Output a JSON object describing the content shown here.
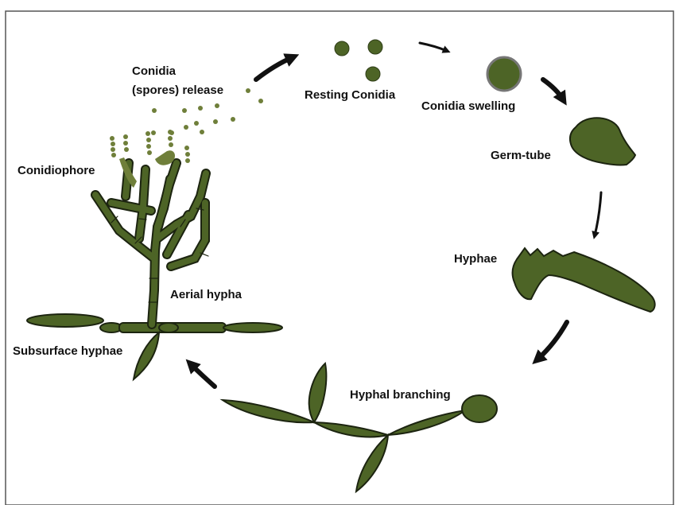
{
  "diagram": {
    "stages": [
      {
        "id": "release",
        "label_lines": [
          "Conidia",
          "(spores) release"
        ]
      },
      {
        "id": "resting",
        "label": "Resting Conidia"
      },
      {
        "id": "swelling",
        "label": "Conidia swelling"
      },
      {
        "id": "germ-tube",
        "label": "Germ-tube"
      },
      {
        "id": "hyphae",
        "label": "Hyphae"
      },
      {
        "id": "branching",
        "label": "Hyphal branching"
      },
      {
        "id": "subsurface",
        "label": "Subsurface hyphae"
      },
      {
        "id": "aerial",
        "label": "Aerial hypha"
      },
      {
        "id": "conidiophore",
        "label": "Conidiophore"
      }
    ],
    "colors": {
      "fungus_fill": "#4d6426",
      "fungus_stroke": "#1c2410",
      "spore_fill": "#6f7f3a",
      "arrow": "#111111",
      "border": "#555555"
    }
  }
}
